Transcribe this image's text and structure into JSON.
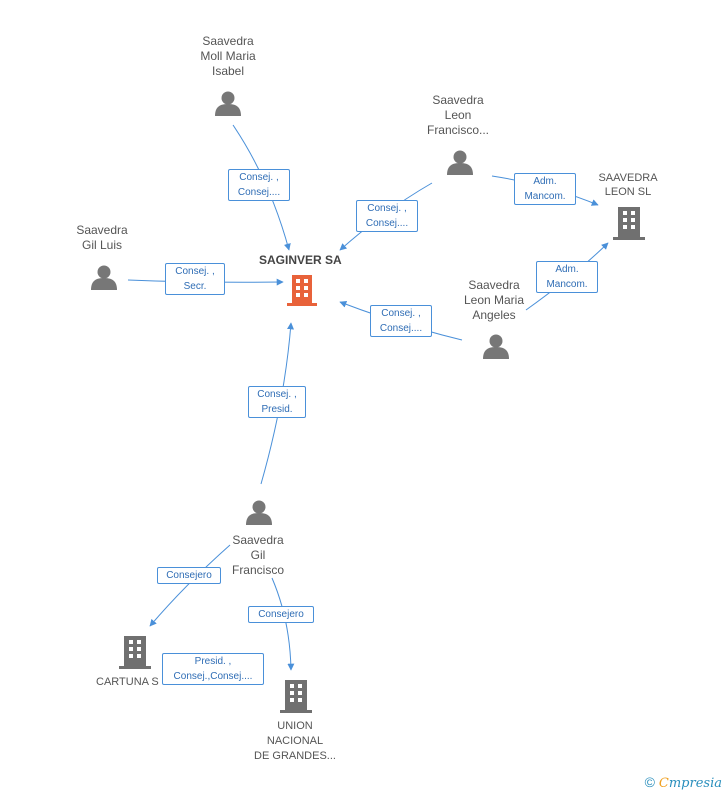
{
  "colors": {
    "edge": "#4a90d9",
    "person": "#777777",
    "company": "#707070",
    "main_company": "#e8623a",
    "label": "#2f6db5"
  },
  "main": {
    "name": "SAGINVER SA",
    "icon": "building-icon"
  },
  "people": {
    "moll": [
      "Saavedra",
      "Moll Maria",
      "Isabel"
    ],
    "leon_francisco": [
      "Saavedra",
      "Leon",
      "Francisco..."
    ],
    "gil_luis": [
      "Saavedra",
      "Gil Luis"
    ],
    "leon_maria": [
      "Saavedra",
      "Leon Maria",
      "Angeles"
    ],
    "gil_francisco": [
      "Saavedra",
      "Gil",
      "Francisco"
    ]
  },
  "companies": {
    "saavedra_leon": [
      "SAAVEDRA",
      "LEON SL"
    ],
    "cartuna": [
      "CARTUNA S"
    ],
    "union": [
      "UNION",
      "NACIONAL",
      "DE GRANDES..."
    ]
  },
  "edges": {
    "moll_main": [
      "Consej. ,",
      "Consej...."
    ],
    "leonf_main": [
      "Consej. ,",
      "Consej...."
    ],
    "leonf_sl": [
      "Adm.",
      "Mancom."
    ],
    "gilluis_main": [
      "Consej. ,",
      "Secr."
    ],
    "leonm_main": [
      "Consej. ,",
      "Consej...."
    ],
    "leonm_sl": [
      "Adm.",
      "Mancom."
    ],
    "gilf_main": [
      "Consej. ,",
      "Presid."
    ],
    "gilf_cartuna": [
      "Consejero"
    ],
    "gilf_union": [
      "Consejero"
    ],
    "cartuna_union": [
      "Presid. ,",
      "Consej.,Consej...."
    ]
  },
  "footer": {
    "copyright": "©",
    "brand_initial": "C",
    "brand_rest": "mpresia"
  }
}
